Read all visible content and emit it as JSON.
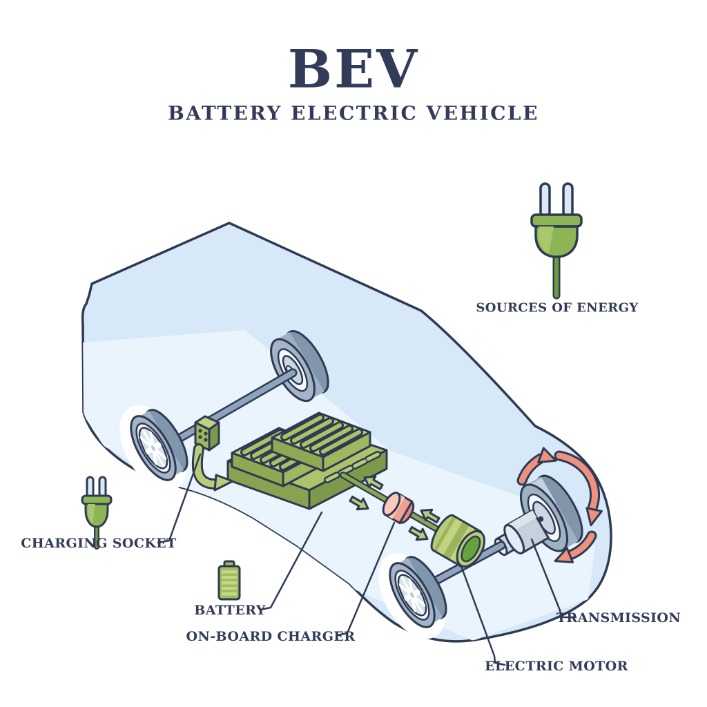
{
  "header": {
    "title": "BEV",
    "subtitle": "BATTERY ELECTRIC VEHICLE"
  },
  "labels": {
    "sources_of_energy": "SOURCES OF ENERGY",
    "charging_socket": "CHARGING SOCKET",
    "battery": "BATTERY",
    "on_board_charger": "ON-BOARD CHARGER",
    "electric_motor": "ELECTRIC MOTOR",
    "transmission": "TRANSMISSION"
  },
  "icons": {
    "power_plug": "power-plug-icon",
    "charging_plug": "charging-plug-icon",
    "battery_level": "battery-icon",
    "wheel_rotation": "rotation-arrows-icon",
    "energy_flow": "energy-flow-arrows-icon"
  },
  "colors": {
    "text_navy": "#323b58",
    "outline_navy": "#2d3a52",
    "car_body_blue": "#d7e9f8",
    "car_floor_highlight": "#e9f4fd",
    "green_top": "#bcd07e",
    "green_mid": "#9cb95d",
    "green_dark": "#7d9a4a",
    "motor_face_green": "#67a23e",
    "cable_green": "#86a94e",
    "wheel_gray_blue": "#9db0c4",
    "wheel_dark": "#8296ab",
    "hub_light": "#c9d7e3",
    "ring_white": "#f5f8fb",
    "salmon_arrow": "#ef9180",
    "charger_pink": "#f0a192",
    "charger_pink_light": "#f8c9bc",
    "prong_blue": "#dce8f4"
  }
}
